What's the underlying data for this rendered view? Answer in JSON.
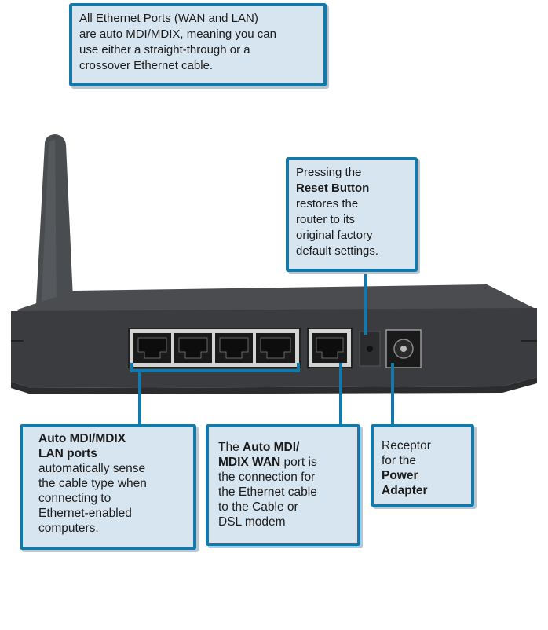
{
  "callouts": {
    "top": {
      "lines": [
        "All Ethernet Ports (WAN and LAN)",
        "are auto MDI/MDIX, meaning you can",
        "use either a straight-through or a",
        "crossover Ethernet cable."
      ]
    },
    "reset": {
      "line1": "Pressing the",
      "bold": "Reset Button",
      "lines": [
        "restores the",
        "router to its",
        "original factory",
        "default settings."
      ]
    },
    "lan": {
      "bold1": "Auto MDI/MDIX",
      "bold2": "LAN ports",
      "lines": [
        "automatically sense",
        "the cable type when",
        "connecting to",
        "Ethernet-enabled",
        "computers."
      ]
    },
    "wan": {
      "pre": "The ",
      "bold1": "Auto MDI/",
      "bold2": "MDIX WAN",
      "post2": " port is",
      "lines": [
        "the connection for",
        "the Ethernet cable",
        "to the Cable or",
        "DSL modem"
      ]
    },
    "power": {
      "lines": [
        "Receptor",
        "for the"
      ],
      "bold1": "Power",
      "bold2": "Adapter"
    }
  },
  "colors": {
    "callout_fill": "#d7e5f0",
    "callout_border": "#1478a8",
    "router_body": "#3a3c3f"
  },
  "icons": {
    "antenna": "antenna-icon",
    "lan_ports": "ethernet-port-icon",
    "wan_port": "ethernet-port-icon",
    "reset": "reset-button-icon",
    "power": "power-jack-icon"
  }
}
